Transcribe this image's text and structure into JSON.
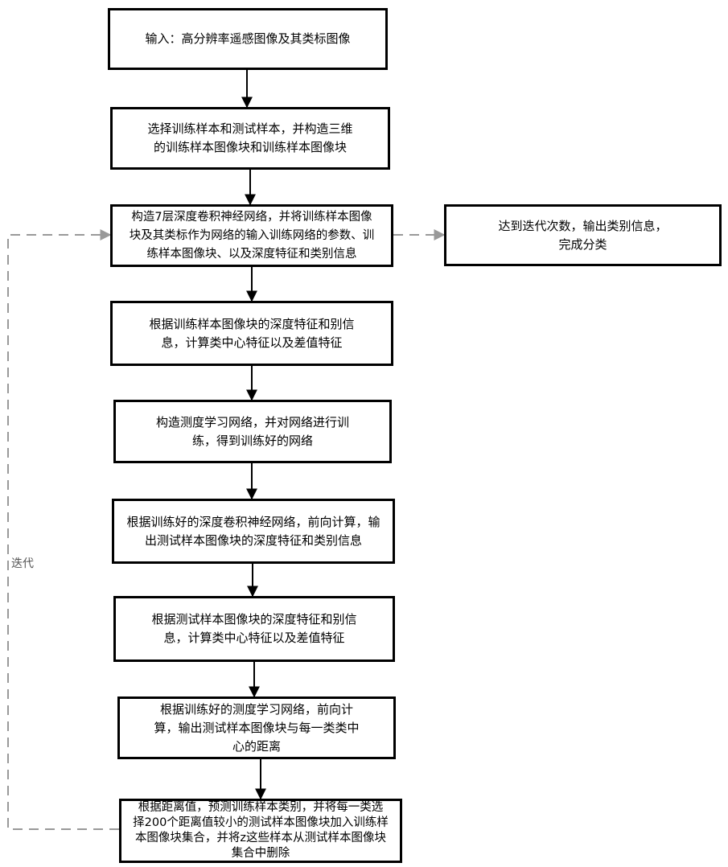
{
  "steps": [
    "输入：高分辨率遥感图像及其类标图像",
    "选择训练样本和测试样本，并构造三维\n的训练样本图像块和训练样本图像块",
    "构造7层深度卷积神经网络，并将训练样本图像\n块及其类标作为网络的输入训练网络的参数、训\n练样本图像块、以及深度特征和类别信息",
    "根据训练样本图像块的深度特征和别信\n息，计算类中心特征以及差值特征",
    "构造测度学习网络，并对网络进行训\n练，得到训练好的网络",
    "根据训练好的深度卷积神经网络，前向计算，输\n出测试样本图像块的深度特征和类别信息",
    "根据测试样本图像块的深度特征和别信\n息，计算类中心特征以及差值特征",
    "根据训练好的测度学习网络，前向计\n算，输出测试样本图像块与每一类类中\n心的距离",
    "根据距离值，预测训练样本类别，并将每一类选\n择200个距离值较小的测试样本图像块加入训练样\n本图像块集合，并将z这些样本从测试样本图像块\n集合中删除"
  ],
  "result": "达到迭代次数，输出类别信息，\n完成分类",
  "loop_label": "迭代",
  "colors": {
    "line": "#000000",
    "dashed": "#999999"
  }
}
